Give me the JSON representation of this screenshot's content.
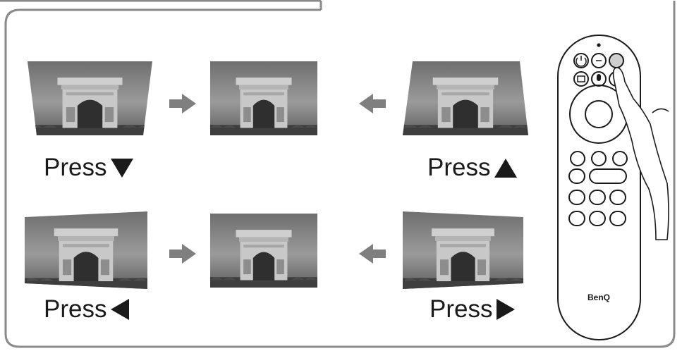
{
  "labels": {
    "top_left": "Press",
    "top_right": "Press",
    "bottom_left": "Press",
    "bottom_right": "Press"
  },
  "remote": {
    "brand": "BenQ"
  },
  "icons": {
    "arrow": "arrow-icon",
    "triangle_down": "triangle-down-icon",
    "triangle_up": "triangle-up-icon",
    "triangle_left": "triangle-left-icon",
    "triangle_right": "triangle-right-icon"
  },
  "colors": {
    "frame": "#8a8a8a",
    "arrow": "#7f7f7f",
    "text": "#1a1a1a"
  }
}
